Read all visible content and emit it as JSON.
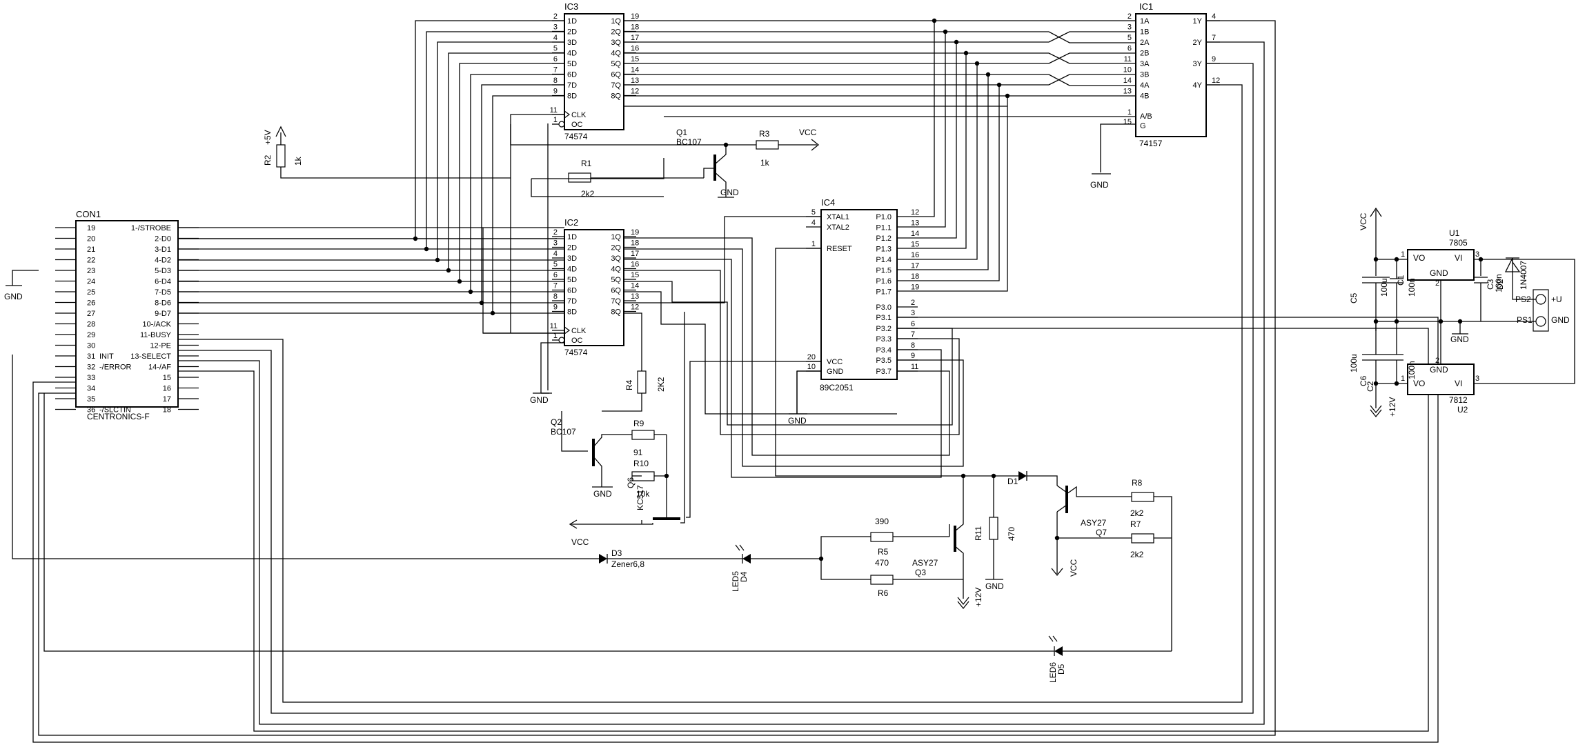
{
  "connector": {
    "ref": "CON1",
    "name": "CENTRONICS-F",
    "left_pins": [
      "19",
      "20",
      "21",
      "22",
      "23",
      "24",
      "25",
      "26",
      "27",
      "28",
      "29",
      "30",
      "31",
      "32",
      "33",
      "34",
      "35",
      "36"
    ],
    "left_labels": [
      "",
      "",
      "",
      "",
      "",
      "",
      "",
      "",
      "",
      "",
      "",
      "",
      "INIT",
      "-/ERROR",
      "",
      "",
      "",
      "-/SLCTIN"
    ],
    "right_labels": [
      "1-/STROBE",
      "2-D0",
      "3-D1",
      "4-D2",
      "5-D3",
      "6-D4",
      "7-D5",
      "8-D6",
      "9-D7",
      "10-/ACK",
      "11-BUSY",
      "12-PE",
      "13-SELECT",
      "14-/AF",
      "15",
      "16",
      "17",
      "18"
    ]
  },
  "ic3": {
    "ref": "IC3",
    "part": "74574",
    "in_nums": [
      "2",
      "3",
      "4",
      "5",
      "6",
      "7",
      "8",
      "9"
    ],
    "in_labels": [
      "1D",
      "2D",
      "3D",
      "4D",
      "5D",
      "6D",
      "7D",
      "8D"
    ],
    "out_labels": [
      "1Q",
      "2Q",
      "3Q",
      "4Q",
      "5Q",
      "6Q",
      "7Q",
      "8Q"
    ],
    "out_nums": [
      "19",
      "18",
      "17",
      "16",
      "15",
      "14",
      "13",
      "12"
    ],
    "clk_num": "11",
    "clk": "CLK",
    "oc_num": "1",
    "oc": "OC"
  },
  "ic2": {
    "ref": "IC2",
    "part": "74574",
    "in_nums": [
      "2",
      "3",
      "4",
      "5",
      "6",
      "7",
      "8",
      "9"
    ],
    "in_labels": [
      "1D",
      "2D",
      "3D",
      "4D",
      "5D",
      "6D",
      "7D",
      "8D"
    ],
    "out_labels": [
      "1Q",
      "2Q",
      "3Q",
      "4Q",
      "5Q",
      "6Q",
      "7Q",
      "8Q"
    ],
    "out_nums": [
      "19",
      "18",
      "17",
      "16",
      "15",
      "14",
      "13",
      "12"
    ],
    "clk_num": "11",
    "clk": "CLK",
    "oc_num": "1",
    "oc": "OC"
  },
  "ic1": {
    "ref": "IC1",
    "part": "74157",
    "in_nums": [
      "2",
      "3",
      "5",
      "6",
      "11",
      "10",
      "14",
      "13"
    ],
    "in_labels": [
      "1A",
      "1B",
      "2A",
      "2B",
      "3A",
      "3B",
      "4A",
      "4B"
    ],
    "out_labels": [
      "1Y",
      "2Y",
      "3Y",
      "4Y"
    ],
    "out_nums": [
      "4",
      "7",
      "9",
      "12"
    ],
    "sel_num": "1",
    "sel": "A/B",
    "g_num": "15",
    "g": "G"
  },
  "ic4": {
    "ref": "IC4",
    "part": "89C2051",
    "left": [
      {
        "num": "5",
        "label": "XTAL1"
      },
      {
        "num": "4",
        "label": "XTAL2"
      },
      {
        "num": "1",
        "label": "RESET"
      },
      {
        "num": "20",
        "label": "VCC"
      },
      {
        "num": "10",
        "label": "GND"
      }
    ],
    "p1_labels": [
      "P1.0",
      "P1.1",
      "P1.2",
      "P1.3",
      "P1.4",
      "P1.5",
      "P1.6",
      "P1.7"
    ],
    "p1_nums": [
      "12",
      "13",
      "14",
      "15",
      "16",
      "17",
      "18",
      "19"
    ],
    "p3_labels": [
      "P3.0",
      "P3.1",
      "P3.2",
      "P3.3",
      "P3.4",
      "P3.5",
      "P3.7"
    ],
    "p3_nums": [
      "2",
      "3",
      "6",
      "7",
      "8",
      "9",
      "11"
    ]
  },
  "parts": {
    "r1": "R1",
    "r1_val": "2k2",
    "r2": "R2",
    "r2_val": "1k",
    "r2_supply": "+5V",
    "r3": "R3",
    "r3_val": "1k",
    "r3_supply": "VCC",
    "q1": "Q1",
    "q1_type": "BC107",
    "q2": "Q2",
    "q2_type": "BC107",
    "r4": "R4",
    "r4_val": "2K2",
    "r9": "R9",
    "r9_val": "91",
    "r10": "R10",
    "r10_val": "10k",
    "q6": "Q6",
    "q6_type": "KC517",
    "vcc": "VCC",
    "d3": "D3",
    "d3_type": "Zener6,8",
    "d4": "D4",
    "led5": "LED5",
    "r5": "R5",
    "r5_val": "390",
    "r6": "R6",
    "r6_val": "470",
    "q3": "Q3",
    "q3_type": "ASY27",
    "plus12": "+12V",
    "r11": "R11",
    "r11_val": "470",
    "d1": "D1",
    "q7": "Q7",
    "q7_type": "ASY27",
    "r8": "R8",
    "r8_val": "2k2",
    "r7": "R7",
    "r7_val": "2k2",
    "d5": "D5",
    "led6": "LED6",
    "gnd": "GND"
  },
  "psu": {
    "u1": "U1",
    "u1_type": "7805",
    "u2": "U2",
    "u2_type": "7812",
    "vo": "VO",
    "vi": "VI",
    "gnd": "GND",
    "c5": "C5",
    "c5_val": "100u",
    "c6": "C6",
    "c6_val": "100u",
    "c1": "C1",
    "c1_val": "100n",
    "c2": "C2",
    "c2_val": "100n",
    "c3": "C3",
    "d2": "D2",
    "d2_type": "1N4007",
    "ps1": "PS1",
    "ps2": "PS2",
    "plus_u": "+U",
    "gnd_label": "GND",
    "vcc": "VCC",
    "plus12": "+12V",
    "pin1": "1",
    "pin2": "2",
    "pin3": "3"
  }
}
